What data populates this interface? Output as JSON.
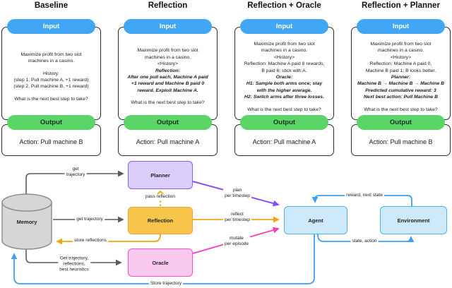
{
  "colors": {
    "input_pill": "#41a7f5",
    "output_pill": "#5bd468",
    "panel_border": "#2b2b2b",
    "planner_fill": "#dccefa",
    "planner_border": "#8a5cf5",
    "reflection_fill": "#f8c54c",
    "reflection_border": "#e9a43d",
    "oracle_fill": "#fac9ef",
    "oracle_border": "#f94fc6",
    "agent_fill": "#cde9fb",
    "agent_border": "#57abef",
    "memory_fill": "#d6d6d6",
    "memory_border": "#8f8f8f",
    "arrow_gray": "#5b5b5b",
    "arrow_orange": "#f0a50e",
    "arrow_purple": "#8b4df7",
    "arrow_pink": "#fa3eb8",
    "arrow_blue": "#3f9ff2"
  },
  "panels": [
    {
      "title": "Baseline",
      "input_label": "Input",
      "output_label": "Output",
      "lines": [
        {
          "t": "Maximize profit from two slot"
        },
        {
          "t": "machines in a casino."
        },
        {
          "t": "History:",
          "gap": true
        },
        {
          "t": "(step 1, Pull machine A, +1 reward)"
        },
        {
          "t": "(step 2, Pull machine B, +1 reward)"
        },
        {
          "t": "What is the next best step to take?",
          "gap": true
        }
      ],
      "action": "Action: Pull machine B"
    },
    {
      "title": "Reflection",
      "input_label": "Input",
      "output_label": "Output",
      "lines": [
        {
          "t": "Maximize profit from two slot"
        },
        {
          "t": "machines in a casino."
        },
        {
          "t": "<History>"
        },
        {
          "t": "Reflection:",
          "s": "bi"
        },
        {
          "t": "After one pull each, Machine A paid",
          "s": "bi"
        },
        {
          "t": "+1 reward and Machine B paid 0",
          "s": "bi"
        },
        {
          "t": "reward. Exploit Machine A.",
          "s": "bi"
        },
        {
          "t": "What is the next best step to take?",
          "gap": true
        }
      ],
      "action": "Action: Pull machine A"
    },
    {
      "title": "Reflection + Oracle",
      "input_label": "Input",
      "output_label": "Output",
      "lines": [
        {
          "t": "Maximize profit from two slot"
        },
        {
          "t": "machines in a casino."
        },
        {
          "t": "<History>"
        },
        {
          "t": "Reflection: Machine A paid 8 rewards,"
        },
        {
          "t": "B paid 6; stick with A."
        },
        {
          "t": "Oracle:",
          "s": "bi"
        },
        {
          "t": "H1: Sample both arms once; stay",
          "s": "bi"
        },
        {
          "t": "with the higher average.",
          "s": "bi"
        },
        {
          "t": "H2: Switch arms after three losses.",
          "s": "bi"
        },
        {
          "t": "What is the next best step to take?",
          "gap": true
        }
      ],
      "action": "Action: Pull machine A"
    },
    {
      "title": "Reflection + Planner",
      "input_label": "Input",
      "output_label": "Output",
      "lines": [
        {
          "t": "Maximize profit from two slot"
        },
        {
          "t": "machines in a casino."
        },
        {
          "t": "<History>"
        },
        {
          "t": "Reflection: Machine A paid 0,"
        },
        {
          "t": "Machine B paid 1; B looks better."
        },
        {
          "t": "Planner:",
          "s": "bi"
        },
        {
          "t": "Machine B → Machine B → Machine B",
          "s": "bi"
        },
        {
          "t": "Predicted cumulative reward: 3",
          "s": "bi"
        },
        {
          "t": "Next best action: Pull Machine B",
          "s": "bi"
        },
        {
          "t": "What is the next best step to take?",
          "gap": true
        }
      ],
      "action": "Action: Pull machine B"
    }
  ],
  "diagram": {
    "nodes": {
      "memory": "Memory",
      "planner": "Planner",
      "reflection": "Reflection",
      "oracle": "Oracle",
      "agent": "Agent",
      "environment": "Environment"
    },
    "labels": {
      "get_trajectory_top": [
        "get",
        "trajectory"
      ],
      "get_trajectory_mid": [
        "get trajectory"
      ],
      "store_reflections": [
        "store reflections"
      ],
      "get_trajectory_oracle": [
        "Get trajectory,",
        "reflections,",
        "best heuristics"
      ],
      "pass_reflection": [
        "pass reflection"
      ],
      "plan_per_timestep": [
        "plan",
        "per timestep"
      ],
      "reflect_per_timestep": [
        "reflect",
        "per timestep"
      ],
      "mutate_per_episode": [
        "mutate",
        "per episode"
      ],
      "reward_next_state": [
        "reward, next state"
      ],
      "state_action": [
        "state, action"
      ],
      "store_trajectory": [
        "Store trajectory"
      ]
    }
  }
}
